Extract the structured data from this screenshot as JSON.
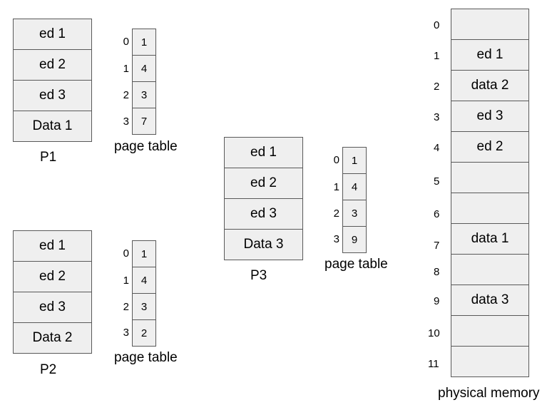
{
  "processes": [
    {
      "label": "P1",
      "segments": [
        "ed 1",
        "ed 2",
        "ed 3",
        "Data 1"
      ],
      "page_table": {
        "label": "page table",
        "indices": [
          "0",
          "1",
          "2",
          "3"
        ],
        "frames": [
          "1",
          "4",
          "3",
          "7"
        ]
      }
    },
    {
      "label": "P2",
      "segments": [
        "ed 1",
        "ed 2",
        "ed 3",
        "Data 2"
      ],
      "page_table": {
        "label": "page table",
        "indices": [
          "0",
          "1",
          "2",
          "3"
        ],
        "frames": [
          "1",
          "4",
          "3",
          "2"
        ]
      }
    },
    {
      "label": "P3",
      "segments": [
        "ed 1",
        "ed 2",
        "ed 3",
        "Data 3"
      ],
      "page_table": {
        "label": "page table",
        "indices": [
          "0",
          "1",
          "2",
          "3"
        ],
        "frames": [
          "1",
          "4",
          "3",
          "9"
        ]
      }
    }
  ],
  "physical_memory": {
    "label": "physical memory",
    "frames": [
      {
        "index": "0",
        "content": ""
      },
      {
        "index": "1",
        "content": "ed 1"
      },
      {
        "index": "2",
        "content": "data 2"
      },
      {
        "index": "3",
        "content": "ed 3"
      },
      {
        "index": "4",
        "content": "ed 2"
      },
      {
        "index": "5",
        "content": ""
      },
      {
        "index": "6",
        "content": ""
      },
      {
        "index": "7",
        "content": "data 1"
      },
      {
        "index": "8",
        "content": ""
      },
      {
        "index": "9",
        "content": "data 3"
      },
      {
        "index": "10",
        "content": ""
      },
      {
        "index": "11",
        "content": ""
      }
    ]
  }
}
